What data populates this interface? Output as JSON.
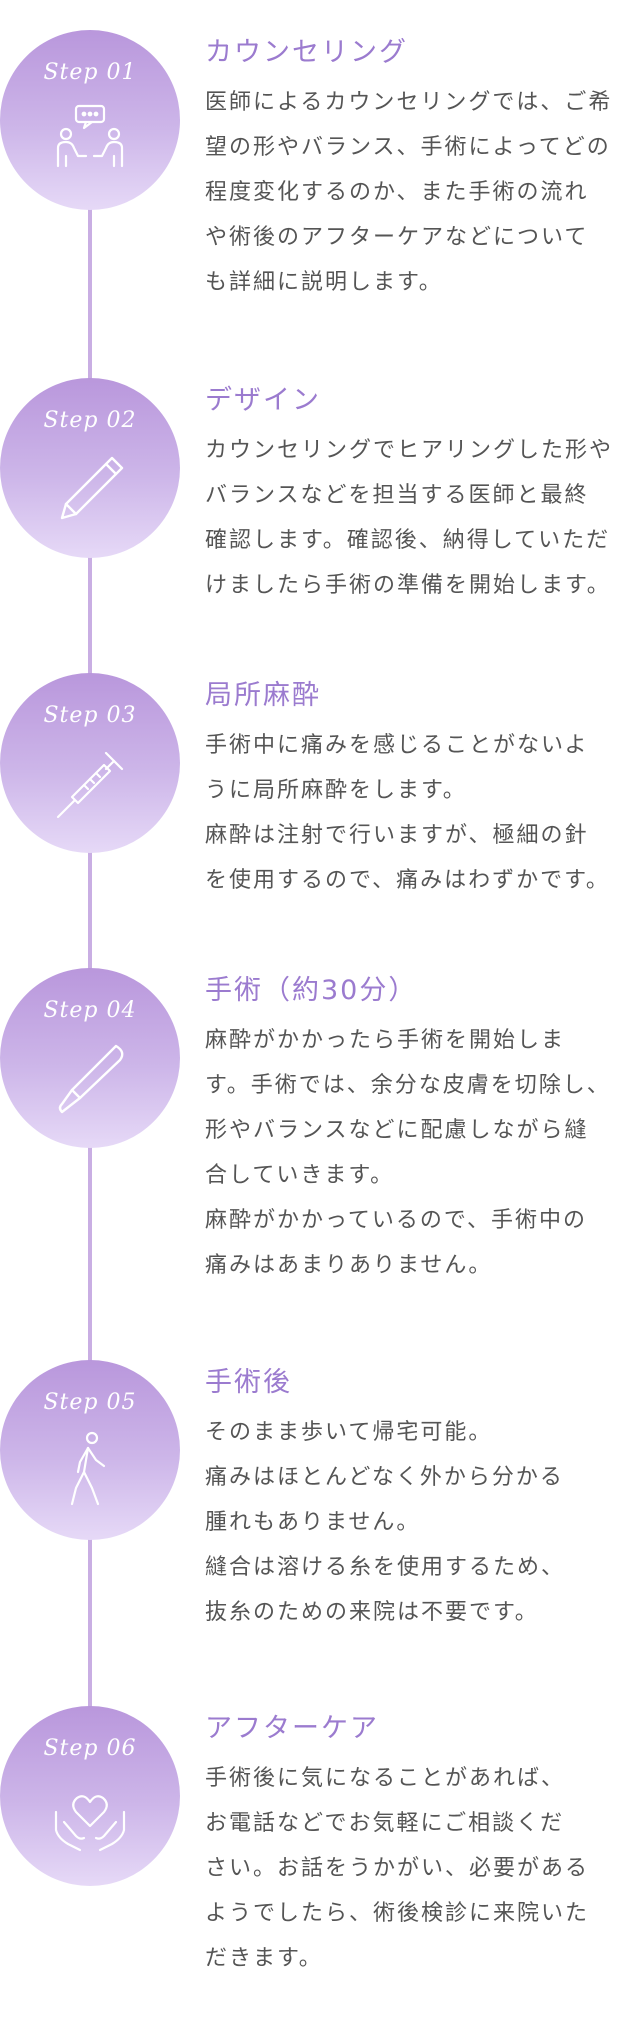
{
  "steps": [
    {
      "step_label": "Step 01",
      "title": "カウンセリング",
      "icon": "counseling-icon",
      "paragraphs": [
        "医師によるカウンセリングでは、ご希",
        "望の形やバランス、手術によってどの",
        "程度変化するのか、また手術の流れ",
        "や術後のアフターケアなどについて",
        "も詳細に説明します。"
      ]
    },
    {
      "step_label": "Step 02",
      "title": "デザイン",
      "icon": "pencil-icon",
      "paragraphs": [
        "カウンセリングでヒアリングした形や",
        "バランスなどを担当する医師と最終",
        "確認します。確認後、納得していただ",
        "けましたら手術の準備を開始します。"
      ]
    },
    {
      "step_label": "Step 03",
      "title": "局所麻酔",
      "icon": "syringe-icon",
      "paragraphs": [
        "手術中に痛みを感じることがないよ",
        "うに局所麻酔をします。",
        "麻酔は注射で行いますが、極細の針",
        "を使用するので、痛みはわずかです。"
      ]
    },
    {
      "step_label": "Step 04",
      "title": "手術（約30分）",
      "icon": "scalpel-icon",
      "paragraphs": [
        "麻酔がかかったら手術を開始しま",
        "す。手術では、余分な皮膚を切除し、",
        "形やバランスなどに配慮しながら縫",
        "合していきます。",
        "麻酔がかかっているので、手術中の",
        "痛みはあまりありません。"
      ]
    },
    {
      "step_label": "Step 05",
      "title": "手術後",
      "icon": "walking-person-icon",
      "paragraphs": [
        "そのまま歩いて帰宅可能。",
        "痛みはほとんどなく外から分かる",
        "腫れもありません。",
        "縫合は溶ける糸を使用するため、",
        "抜糸のための来院は不要です。"
      ]
    },
    {
      "step_label": "Step 06",
      "title": "アフターケア",
      "icon": "heart-hands-icon",
      "paragraphs": [
        "手術後に気になることがあれば、",
        "お電話などでお気軽にご相談くだ",
        "さい。お話をうかがい、必要がある",
        "ようでしたら、術後検診に来院いた",
        "だきます。"
      ]
    }
  ],
  "colors": {
    "accent": "#9b7bcf",
    "circle_top": "#b997dc",
    "circle_bottom": "#e6d9f7",
    "line": "#c9aee3",
    "text": "#555555"
  }
}
